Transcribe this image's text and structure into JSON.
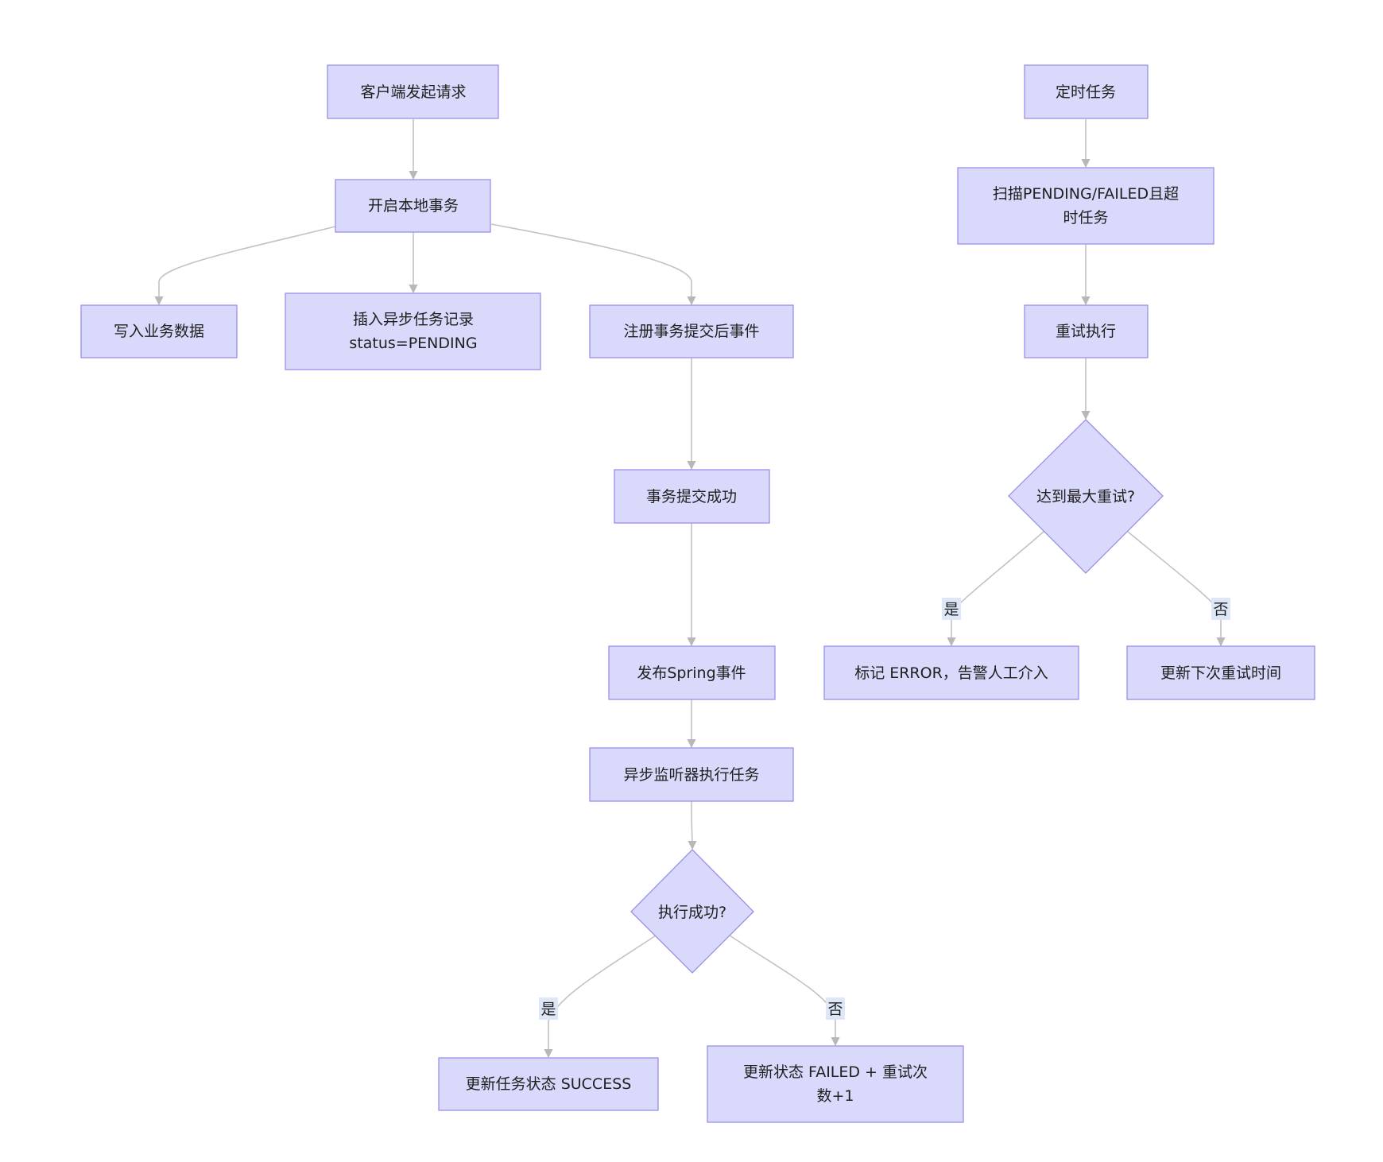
{
  "nodes": {
    "client_request": "客户端发起请求",
    "open_tx": "开启本地事务",
    "write_data": "写入业务数据",
    "insert_task": [
      "插入异步任务记录",
      "status=PENDING"
    ],
    "register_event": "注册事务提交后事件",
    "tx_committed": "事务提交成功",
    "publish_event": "发布Spring事件",
    "async_listener": "异步监听器执行任务",
    "exec_success": "执行成功?",
    "update_success": "更新任务状态 SUCCESS",
    "update_failed": [
      "更新状态 FAILED + 重试次",
      "数+1"
    ],
    "scheduled_task": "定时任务",
    "scan_tasks": [
      "扫描PENDING/FAILED且超",
      "时任务"
    ],
    "retry_exec": "重试执行",
    "max_retry": "达到最大重试?",
    "mark_error": "标记 ERROR，告警人工介入",
    "update_next_retry": "更新下次重试时间"
  },
  "edge_labels": {
    "exec_yes": "是",
    "exec_no": "否",
    "retry_yes": "是",
    "retry_no": "否"
  },
  "colors": {
    "node_fill": "#d9d9fb",
    "node_stroke": "#9a8fe6",
    "edge": "#c2c2c2",
    "edge_label_bg": "#dde7f7"
  }
}
